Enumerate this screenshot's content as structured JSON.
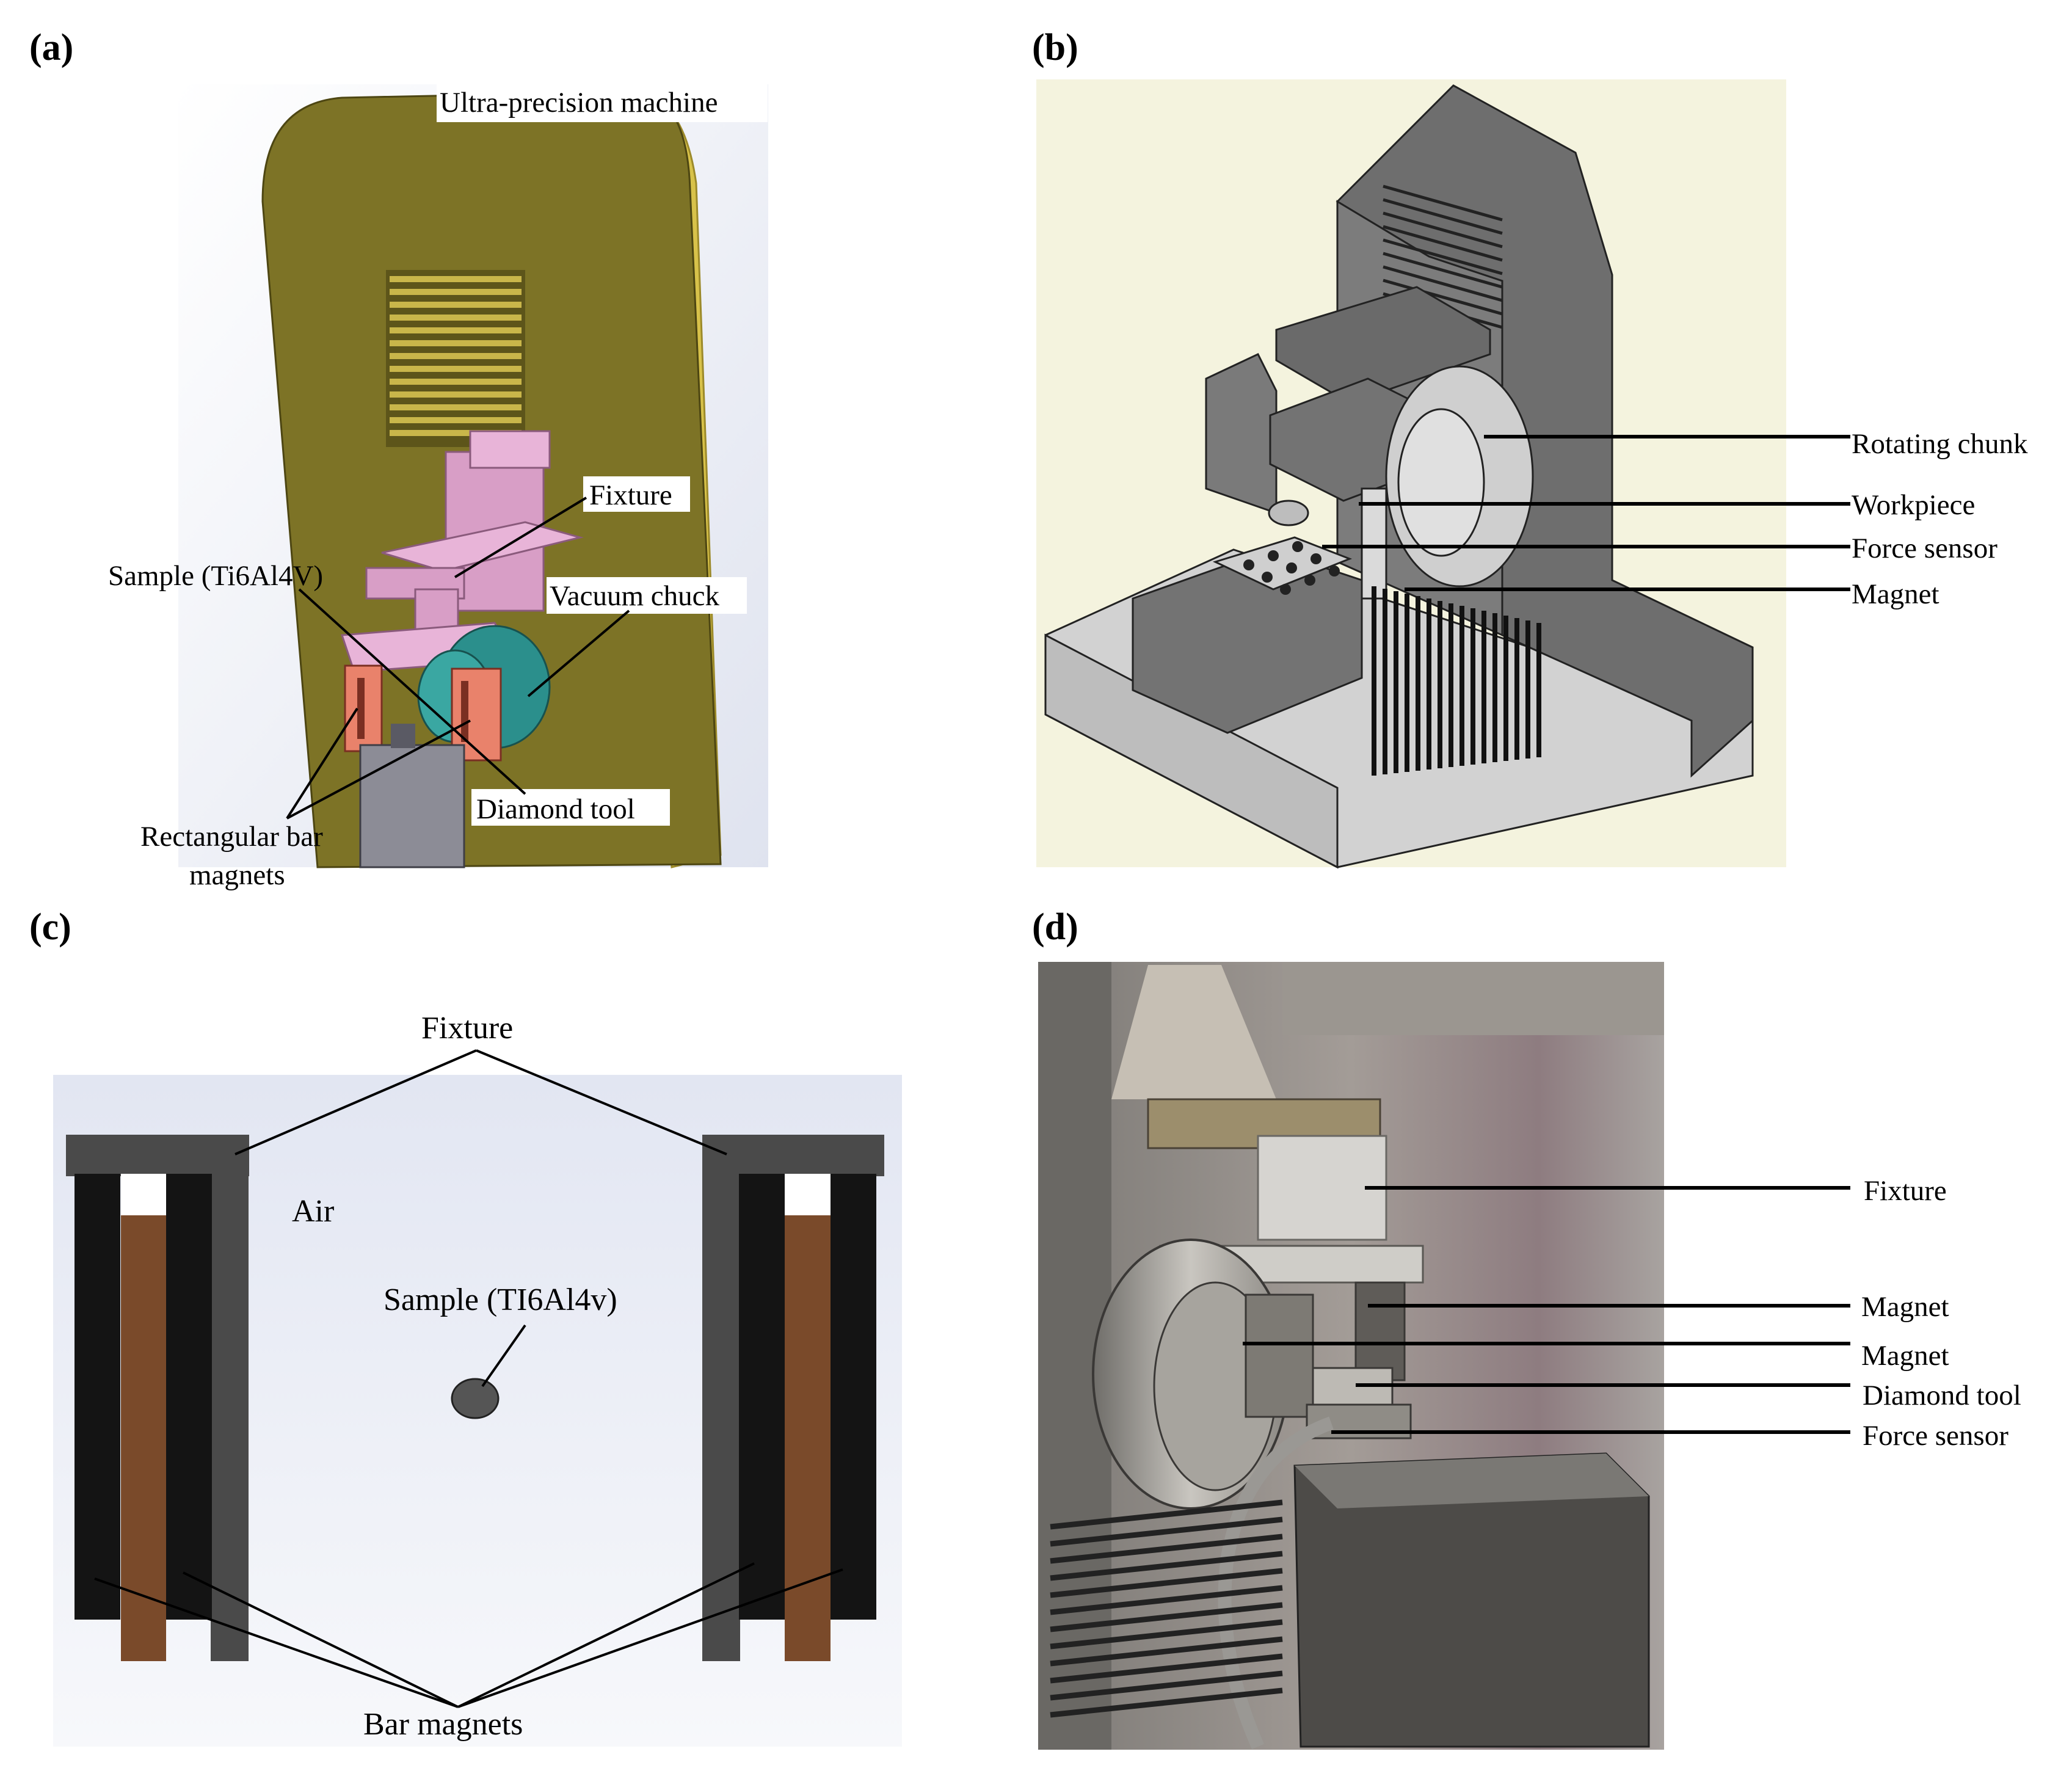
{
  "panels": {
    "a": {
      "letter": "(a)",
      "labels": {
        "machine": "Ultra-precision machine",
        "fixture": "Fixture",
        "sample": "Sample (Ti6Al4V)",
        "vacuum_chuck": "Vacuum chuck",
        "diamond_tool": "Diamond tool",
        "magnets_line1": "Rectangular bar",
        "magnets_line2": "magnets"
      },
      "colors": {
        "machine_body": "#7d7326",
        "machine_edge": "#d8c24a",
        "fixture": "#d99ac5",
        "magnet": "#e9826b",
        "chuck": "#2b8f8c",
        "tool_block": "#8c8c96"
      }
    },
    "b": {
      "letter": "(b)",
      "labels": {
        "rotating_chunk": "Rotating chunk",
        "workpiece": "Workpiece",
        "force_sensor": "Force sensor",
        "magnet": "Magnet"
      },
      "colors": {
        "background": "#f4f3de",
        "machine": "#6e6e6e",
        "base": "#d2d2d2"
      }
    },
    "c": {
      "letter": "(c)",
      "labels": {
        "fixture": "Fixture",
        "air": "Air",
        "sample": "Sample (TI6Al4v)",
        "bar_magnets": "Bar magnets"
      },
      "colors": {
        "fixture": "#4a4a4a",
        "magnet_core": "#7a4a2a",
        "frame": "#141414",
        "background": "#e7ebf5"
      }
    },
    "d": {
      "letter": "(d)",
      "labels": {
        "fixture": "Fixture",
        "magnet_1": "Magnet",
        "magnet_2": "Magnet",
        "diamond_tool": "Diamond tool",
        "force_sensor": "Force sensor"
      },
      "colors": {
        "wall": "#8a8580",
        "metal": "#b4b2ad",
        "dark": "#3a3836"
      }
    }
  }
}
